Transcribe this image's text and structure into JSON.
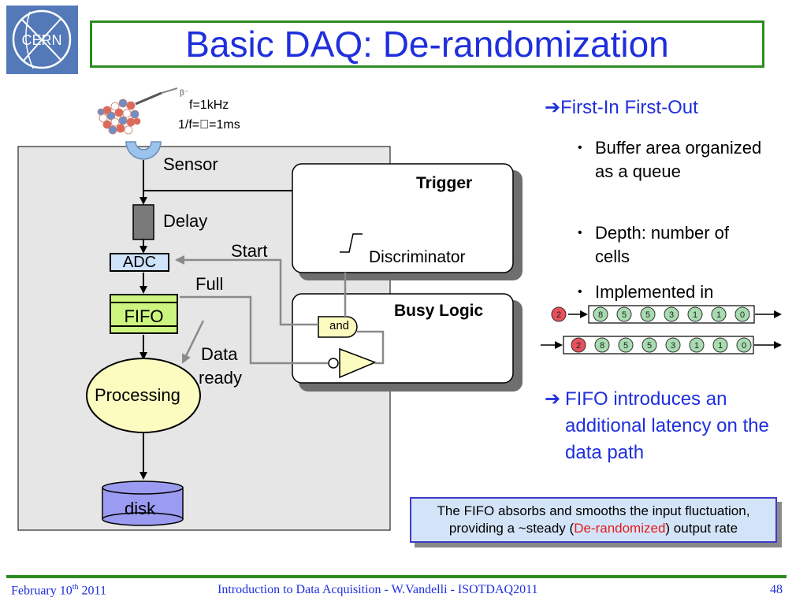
{
  "header": {
    "logo_text": "CERN",
    "title": "Basic DAQ: De-randomization"
  },
  "diagram": {
    "source": {
      "freq": "f=1kHz",
      "period": "1/f==1ms",
      "beta_label": "β⁻"
    },
    "labels": {
      "sensor": "Sensor",
      "delay": "Delay",
      "adc": "ADC",
      "fifo": "FIFO",
      "processing": "Processing",
      "disk": "disk",
      "start": "Start",
      "full": "Full",
      "data_ready": [
        "Data",
        "ready"
      ],
      "trigger": "Trigger",
      "discriminator": "Discriminator",
      "busy_logic": "Busy Logic",
      "and_gate": "and"
    },
    "queue_rows": [
      [
        "2",
        "8",
        "5",
        "5",
        "3",
        "1",
        "1",
        "0"
      ],
      [
        "2",
        "8",
        "5",
        "5",
        "3",
        "1",
        "1",
        "0"
      ]
    ],
    "colors": {
      "panel": "#e6e6e6",
      "adc": "#cfe3fa",
      "fifo": "#ccf57f",
      "processing": "#fdfcc0",
      "disk": "#9b9bf2",
      "sensor": "#9cc3eb",
      "chip_red": "#e8505b",
      "chip_green": "#a8dbb0",
      "title": "#1f2fdc",
      "frame": "#2e8b23"
    }
  },
  "bullets": {
    "head1": "First-In First-Out",
    "items": [
      "Buffer area organized as a queue",
      "Depth: number of cells",
      "Implemented in"
    ],
    "head2": "FIFO introduces an additional latency on the data path"
  },
  "note": {
    "part1": "The FIFO absorbs and smooths the input fluctuation, providing a ~steady (",
    "red": "De-randomized",
    "part2": ") output rate"
  },
  "footer": {
    "date_prefix": "February 10",
    "date_sup": "th",
    "date_suffix": " 2011",
    "center": "Introduction to Data Acquisition - W.Vandelli - ISOTDAQ2011",
    "page": "48"
  }
}
